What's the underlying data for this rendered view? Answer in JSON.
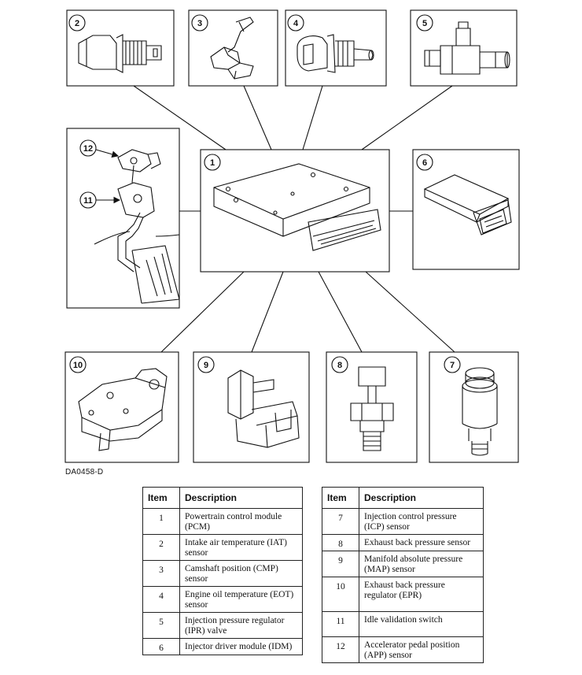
{
  "figure_code": "DA0458-D",
  "callouts": [
    "1",
    "2",
    "3",
    "4",
    "5",
    "6",
    "7",
    "8",
    "9",
    "10",
    "11",
    "12"
  ],
  "table_headers": {
    "item": "Item",
    "description": "Description"
  },
  "left_rows": [
    {
      "item": "1",
      "description": "Powertrain control module (PCM)"
    },
    {
      "item": "2",
      "description": "Intake air temperature (IAT) sensor"
    },
    {
      "item": "3",
      "description": "Camshaft position (CMP) sensor"
    },
    {
      "item": "4",
      "description": "Engine oil temperature (EOT) sensor"
    },
    {
      "item": "5",
      "description": "Injection pressure regulator (IPR) valve"
    },
    {
      "item": "6",
      "description": "Injector driver module (IDM)"
    }
  ],
  "right_rows": [
    {
      "item": "7",
      "description": "Injection control pressure (ICP) sensor"
    },
    {
      "item": "8",
      "description": "Exhaust back pressure sensor"
    },
    {
      "item": "9",
      "description": "Manifold absolute pressure (MAP) sensor"
    },
    {
      "item": "10",
      "description": "Exhaust back pressure regulator (EPR)"
    },
    {
      "item": "11",
      "description": "Idle validation switch"
    },
    {
      "item": "12",
      "description": "Accelerator pedal position (APP) sensor"
    }
  ]
}
